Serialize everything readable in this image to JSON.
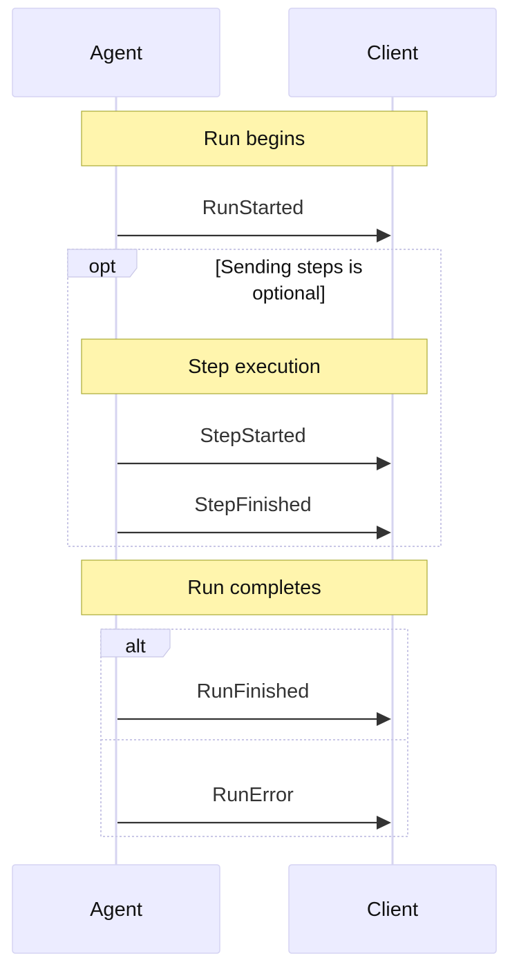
{
  "actors": {
    "agent": "Agent",
    "client": "Client"
  },
  "notes": {
    "run_begins": "Run begins",
    "step_execution": "Step execution",
    "run_completes": "Run completes"
  },
  "messages": {
    "run_started": "RunStarted",
    "step_started": "StepStarted",
    "step_finished": "StepFinished",
    "run_finished": "RunFinished",
    "run_error": "RunError"
  },
  "opt_block": {
    "label": "opt",
    "condition_line1": "[Sending steps is",
    "condition_line2": "optional]"
  },
  "alt_block": {
    "label": "alt"
  },
  "colors": {
    "actor_fill": "#ECECFF",
    "note_fill": "#FFF5AD",
    "arrow": "#333333"
  }
}
